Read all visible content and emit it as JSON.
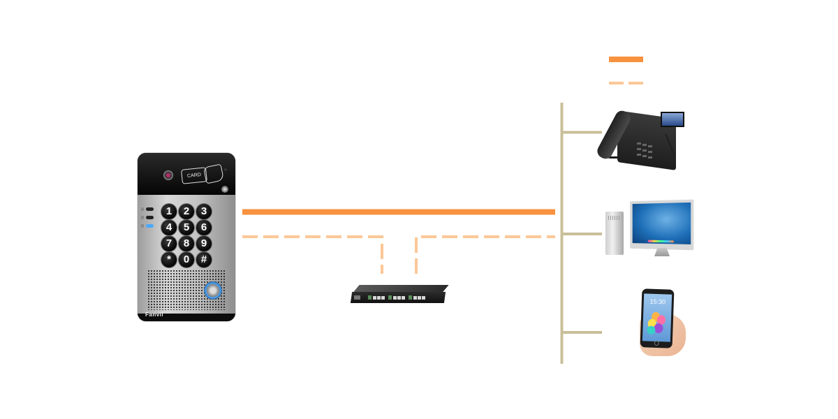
{
  "diagram": {
    "type": "network-topology",
    "colors": {
      "solid_link": "#f7923f",
      "dashed_link": "#fcc797",
      "bus": "#c9bf99"
    },
    "legend": [
      {
        "style": "solid",
        "label": ""
      },
      {
        "style": "dashed",
        "label": ""
      }
    ],
    "nodes": {
      "door_phone": {
        "brand": "Fanvil",
        "card_label": "CARD",
        "keypad": [
          "1",
          "2",
          "3",
          "4",
          "5",
          "6",
          "7",
          "8",
          "9",
          "*",
          "0",
          "#"
        ]
      },
      "poe_switch": {
        "label": ""
      },
      "ip_phone": {
        "label": ""
      },
      "computer": {
        "label": ""
      },
      "smartphone": {
        "clock": "15:30"
      }
    },
    "links": [
      {
        "from": "door_phone",
        "to": "network_bus",
        "style": "solid"
      },
      {
        "from": "door_phone",
        "to": "poe_switch",
        "style": "dashed"
      },
      {
        "from": "poe_switch",
        "to": "network_bus",
        "style": "dashed"
      },
      {
        "from": "network_bus",
        "to": "ip_phone",
        "style": "bus"
      },
      {
        "from": "network_bus",
        "to": "computer",
        "style": "bus"
      },
      {
        "from": "network_bus",
        "to": "smartphone",
        "style": "bus"
      }
    ]
  }
}
